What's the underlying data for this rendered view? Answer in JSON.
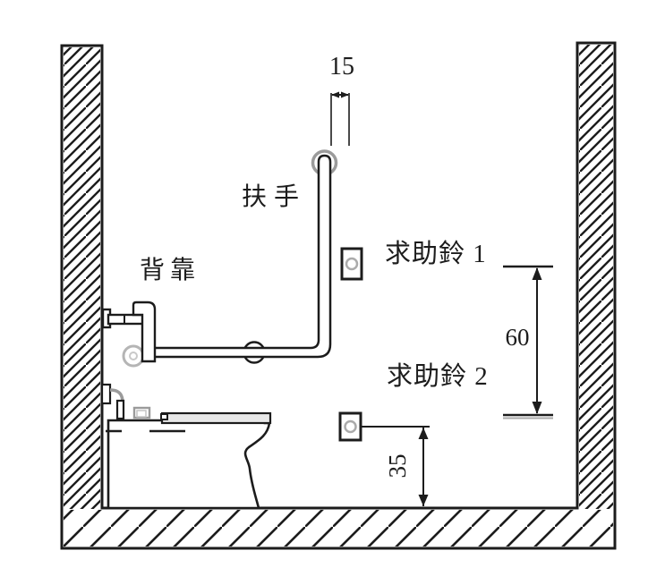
{
  "diagram": {
    "type": "accessible-toilet-elevation-drawing",
    "labels": {
      "handrail": "扶手",
      "backrest": "背靠",
      "call_bell_1": "求助鈴 1",
      "call_bell_2": "求助鈴 2"
    },
    "dimensions": {
      "handrail_top_offset_cm": "15",
      "bell_vertical_spacing_cm": "60",
      "lower_bell_height_cm": "35"
    },
    "colors": {
      "line": "#1c1c1c",
      "gray_fitting": "#999999",
      "light_gray_mount": "#b0b0b0",
      "seat_fill": "#e8e8e8",
      "background": "#ffffff"
    }
  }
}
